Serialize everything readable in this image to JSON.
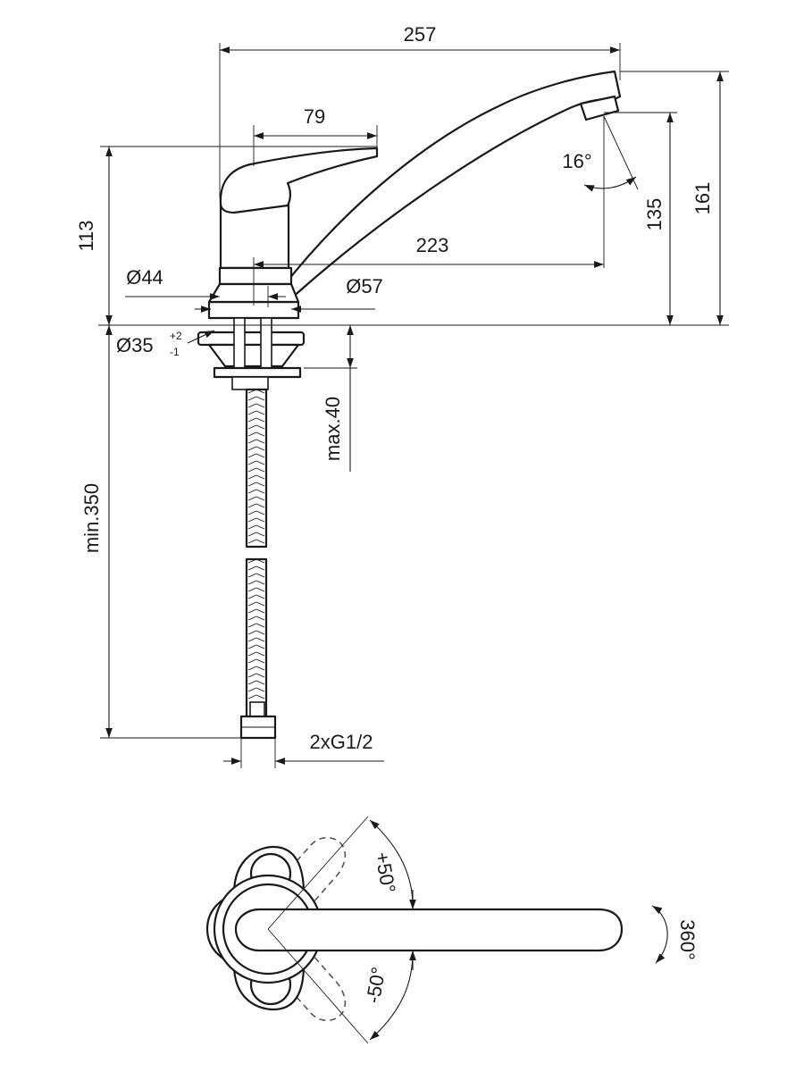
{
  "dimensions": {
    "overall_length": "257",
    "lever_length": "79",
    "body_height": "113",
    "spout_reach": "223",
    "spout_tilt_angle": "16°",
    "spout_outlet_height": "135",
    "overall_height": "161",
    "body_diameter_top": "Ø44",
    "base_diameter": "Ø57",
    "hole_diameter": "Ø35",
    "hole_tol_plus": "+2",
    "hole_tol_minus": "-1",
    "max_deck_thickness": "max.40",
    "min_hose_length": "min.350",
    "connections": "2xG1/2",
    "lever_rotation_plus": "+50°",
    "lever_rotation_minus": "-50°",
    "spout_rotation": "360°"
  },
  "colors": {
    "line": "#1a1a1a",
    "background": "#ffffff"
  }
}
